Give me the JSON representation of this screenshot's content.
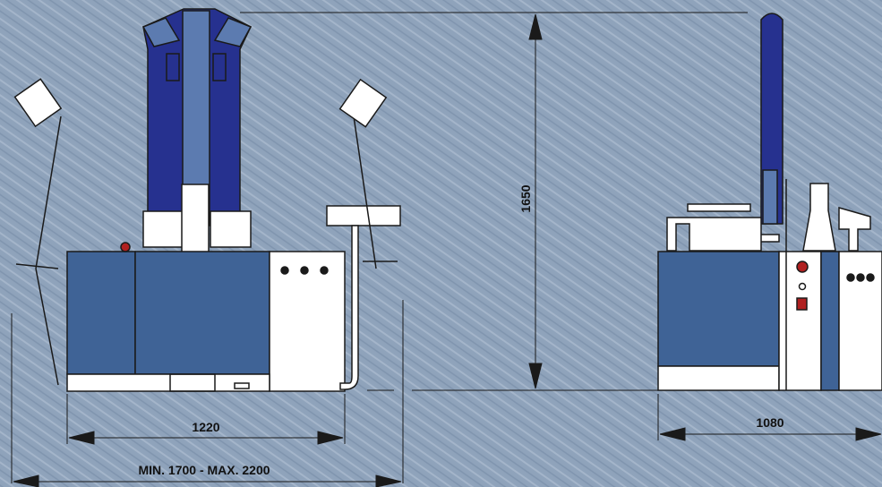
{
  "dimensions": {
    "front_width": "1220",
    "total_width": "MIN. 1700 - MAX. 2200",
    "height": "1650",
    "side_depth": "1080"
  },
  "colors": {
    "background": "#8fa3bb",
    "machine_blue": "#3f6396",
    "form_blue": "#26318f",
    "form_light": "#5c7bb0",
    "panel_white": "#ffffff",
    "outline": "#1a1a1a",
    "indicator_red": "#b02020"
  }
}
